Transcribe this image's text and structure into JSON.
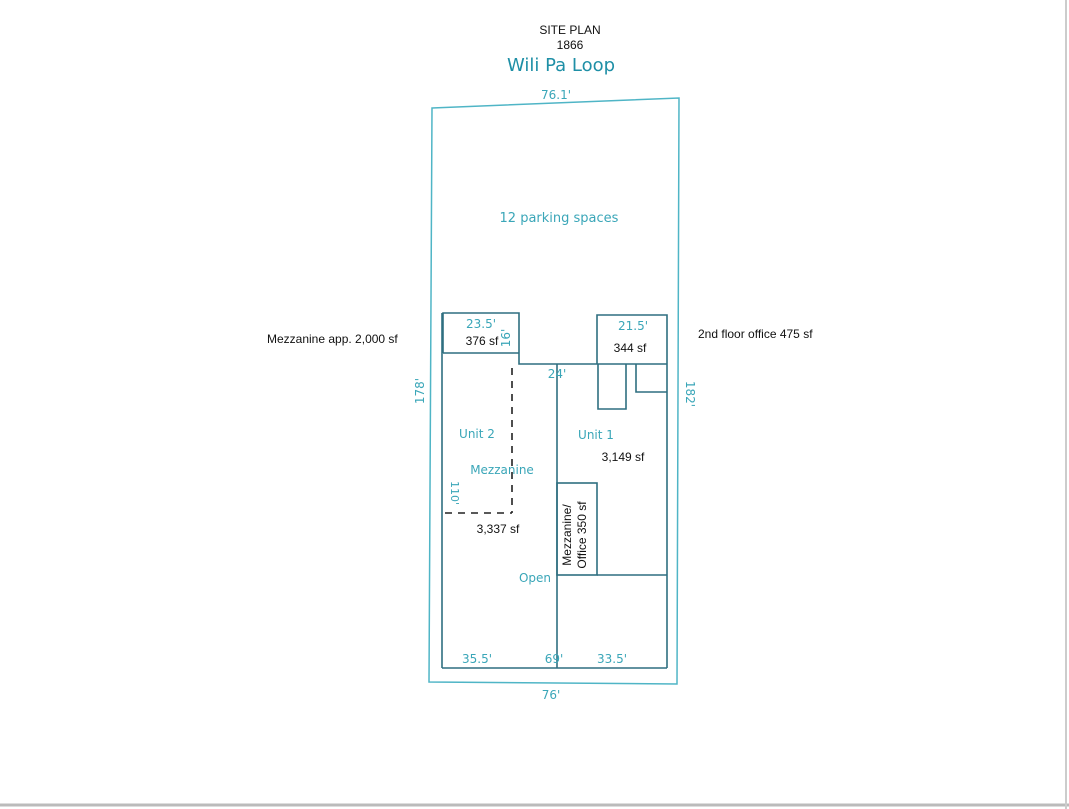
{
  "header": {
    "title": "SITE PLAN",
    "number": "1866",
    "street": "Wili Pa Loop"
  },
  "lot": {
    "top_width": "76.1'",
    "bottom_width": "76'",
    "left_depth": "178'",
    "right_depth": "182'",
    "parking": "12 parking spaces"
  },
  "annotations": {
    "mezzanine_note": "Mezzanine app. 2,000 sf",
    "office_note": "2nd floor office 475 sf"
  },
  "left_box": {
    "width": "23.5'",
    "depth": "16'",
    "area": "376 sf"
  },
  "right_box": {
    "width": "21.5'",
    "area": "344 sf"
  },
  "unit2": {
    "label": "Unit 2",
    "mezzanine": "Mezzanine",
    "mezz_depth": "110'",
    "area": "3,337 sf",
    "open": "Open",
    "width": "35.5'"
  },
  "unit1": {
    "label": "Unit 1",
    "area": "3,149 sf",
    "width": "33.5'",
    "mezz_office_1": "Mezzanine/",
    "mezz_office_2": "Office 350 sf"
  },
  "building": {
    "mid_top": "24'",
    "mid_bottom": "69'"
  }
}
